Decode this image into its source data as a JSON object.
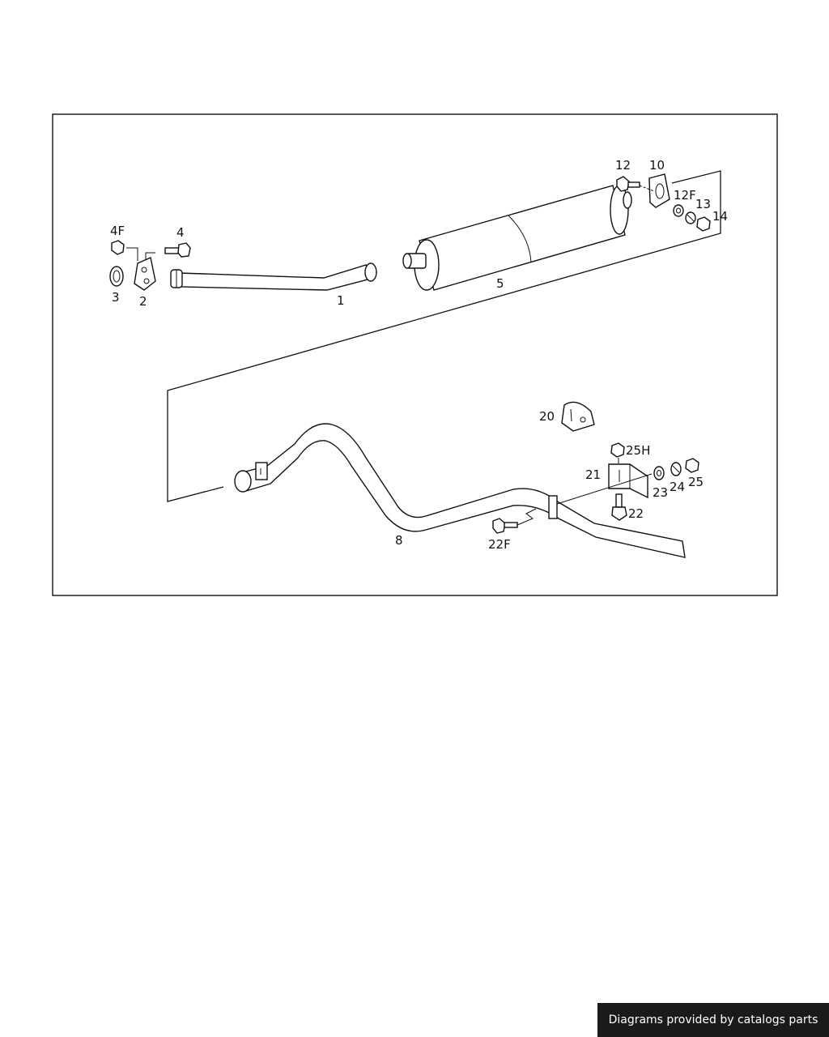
{
  "diagram": {
    "labels": {
      "p1": "1",
      "p2": "2",
      "p3": "3",
      "p4": "4",
      "p4F": "4F",
      "p5": "5",
      "p8": "8",
      "p10": "10",
      "p12": "12",
      "p12F": "12F",
      "p13": "13",
      "p14": "14",
      "p20": "20",
      "p21": "21",
      "p22": "22",
      "p22F": "22F",
      "p23": "23",
      "p24": "24",
      "p25": "25",
      "p25H": "25H"
    }
  },
  "footer": {
    "text": "Diagrams provided by catalogs parts"
  },
  "colors": {
    "line": "#111111",
    "background": "#ffffff",
    "footer_bg": "#1a1a1a",
    "footer_text": "#ffffff"
  }
}
